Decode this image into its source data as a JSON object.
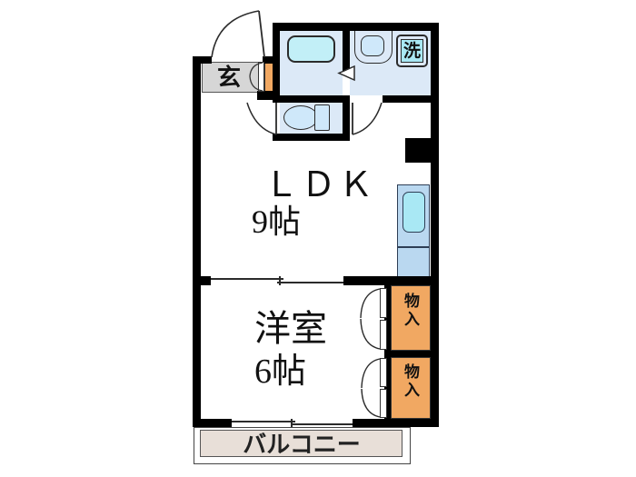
{
  "labels": {
    "entrance": "玄",
    "washer": "洗",
    "ldk_name": "ＬＤＫ",
    "ldk_size": "9帖",
    "bedroom_name": "洋室",
    "bedroom_size": "6帖",
    "closet1": "物入",
    "closet2": "物入",
    "balcony": "バルコニー"
  },
  "colors": {
    "wall": "#000000",
    "line": "#2b2b2b",
    "roomBlue": "#dce9f7",
    "fixtureBlue": "#cfe8fa",
    "tubCyan": "#c2eff7",
    "sinkCyan": "#a9e8f4",
    "kitchenBlue": "#bad8f0",
    "orange": "#f1a862",
    "gray": "#d6d6d6",
    "beige": "#e8dfd8"
  }
}
